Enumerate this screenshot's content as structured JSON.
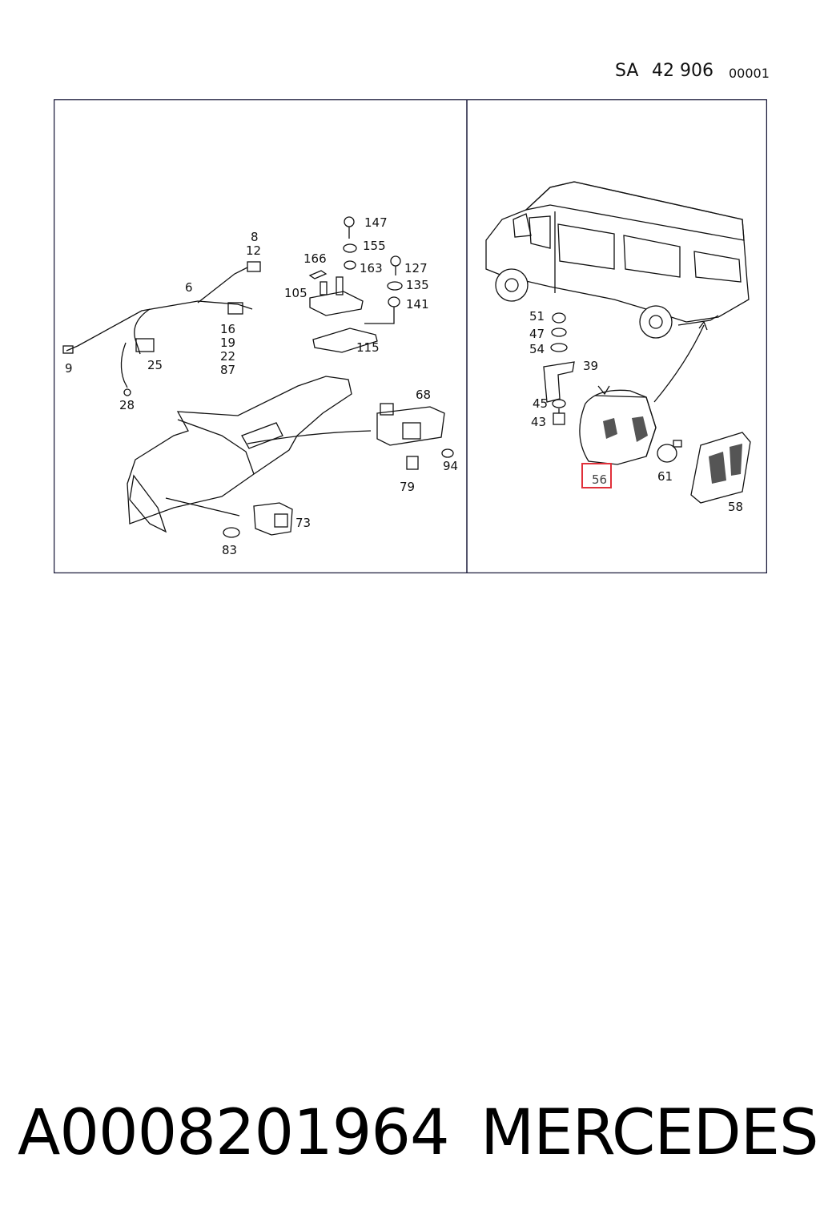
{
  "header": {
    "sa": "SA",
    "group": "42 906",
    "code": "00001"
  },
  "footer": {
    "part_number": "A0008201964",
    "brand": "MERCEDES"
  },
  "callouts_left": [
    "147",
    "8",
    "12",
    "155",
    "166",
    "163",
    "127",
    "6",
    "105",
    "135",
    "141",
    "16",
    "19",
    "22",
    "87",
    "9",
    "25",
    "115",
    "28",
    "68",
    "94",
    "79",
    "73",
    "83"
  ],
  "callouts_right": [
    "51",
    "47",
    "54",
    "39",
    "45",
    "43",
    "61",
    "58"
  ],
  "highlighted_callout": "56",
  "colors": {
    "highlight": "#e0303a",
    "line": "#111111",
    "frame": "#1a1a3a"
  }
}
